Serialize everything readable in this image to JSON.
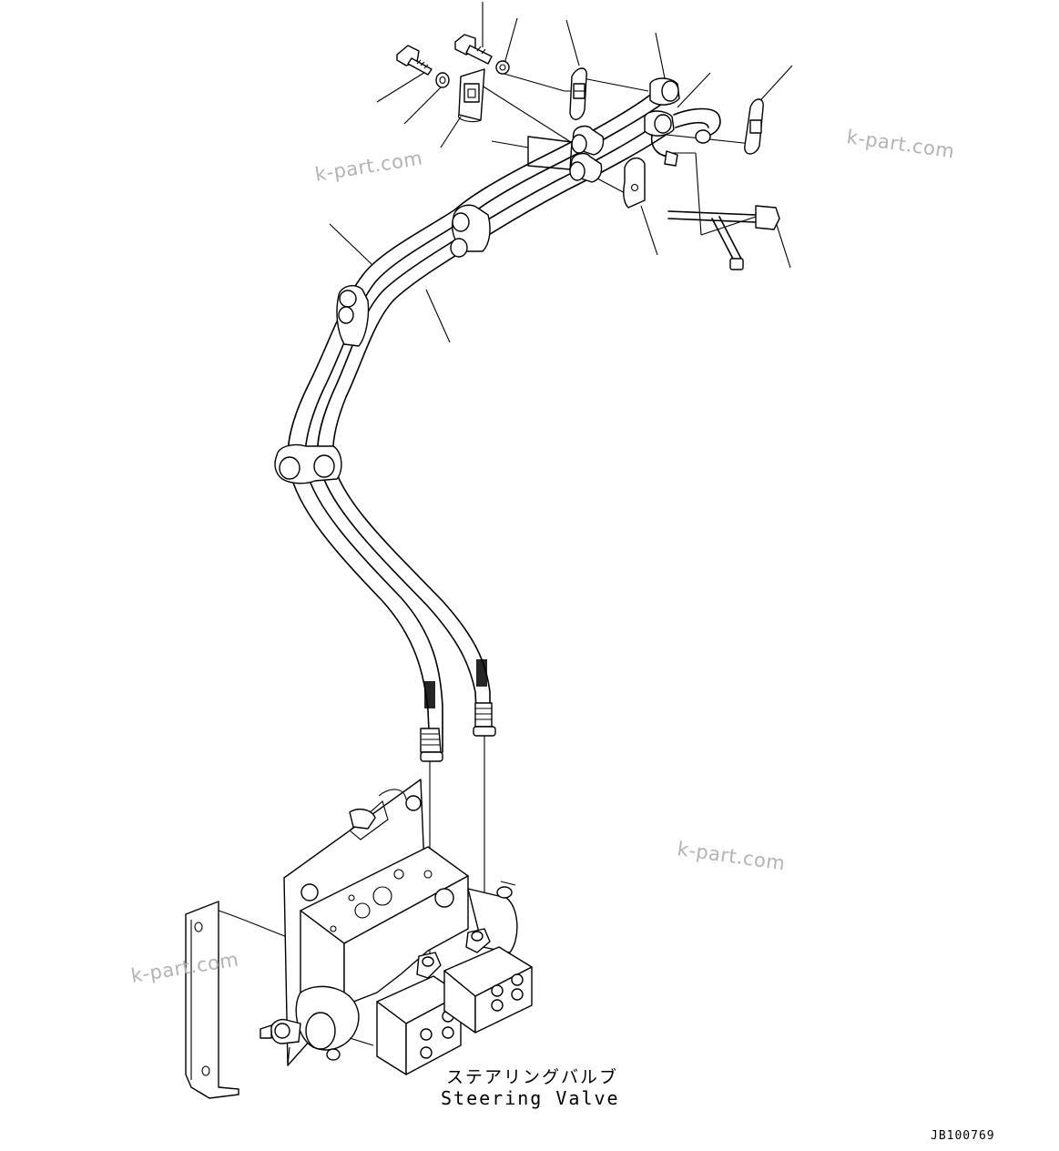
{
  "caption": {
    "japanese": "ステアリングバルブ",
    "english": "Steering Valve"
  },
  "drawing_code": "JB100769",
  "watermarks": [
    "k-part.com",
    "k-part.com",
    "k-part.com",
    "k-part.com"
  ]
}
